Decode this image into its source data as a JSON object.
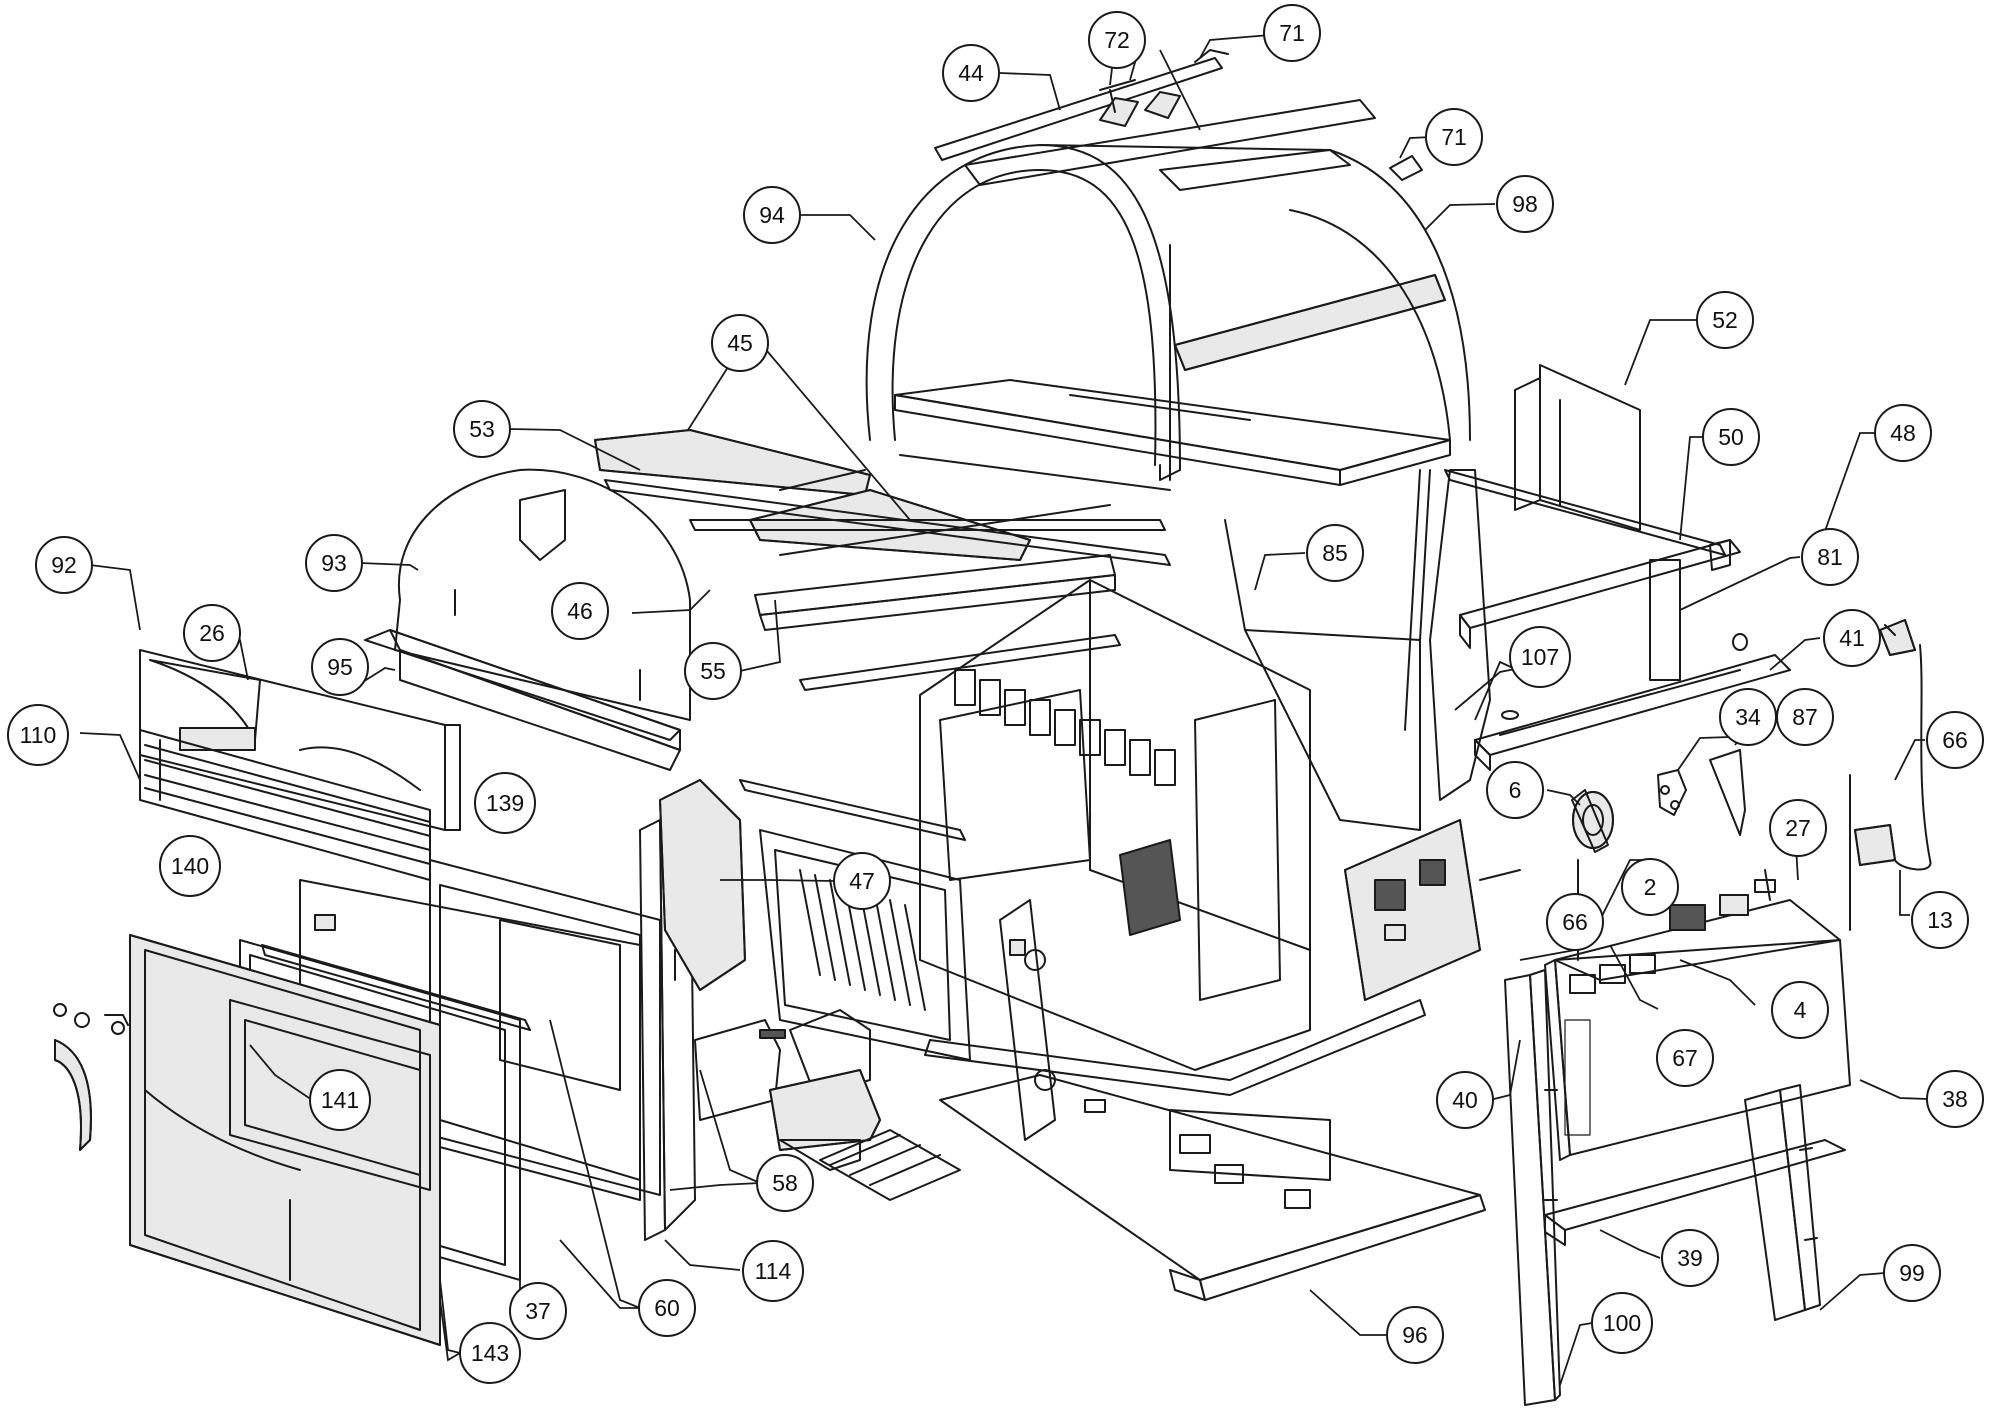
{
  "callouts": [
    {
      "label": "71"
    },
    {
      "label": "72"
    },
    {
      "label": "44"
    },
    {
      "label": "71"
    },
    {
      "label": "94"
    },
    {
      "label": "98"
    },
    {
      "label": "45"
    },
    {
      "label": "52"
    },
    {
      "label": "53"
    },
    {
      "label": "50"
    },
    {
      "label": "48"
    },
    {
      "label": "92"
    },
    {
      "label": "93"
    },
    {
      "label": "85"
    },
    {
      "label": "81"
    },
    {
      "label": "26"
    },
    {
      "label": "46"
    },
    {
      "label": "107"
    },
    {
      "label": "41"
    },
    {
      "label": "95"
    },
    {
      "label": "55"
    },
    {
      "label": "110"
    },
    {
      "label": "34"
    },
    {
      "label": "87"
    },
    {
      "label": "66"
    },
    {
      "label": "139"
    },
    {
      "label": "6"
    },
    {
      "label": "47"
    },
    {
      "label": "27"
    },
    {
      "label": "140"
    },
    {
      "label": "2"
    },
    {
      "label": "66"
    },
    {
      "label": "13"
    },
    {
      "label": "4"
    },
    {
      "label": "67"
    },
    {
      "label": "141"
    },
    {
      "label": "40"
    },
    {
      "label": "38"
    },
    {
      "label": "58"
    },
    {
      "label": "39"
    },
    {
      "label": "114"
    },
    {
      "label": "99"
    },
    {
      "label": "37"
    },
    {
      "label": "60"
    },
    {
      "label": "143"
    },
    {
      "label": "96"
    },
    {
      "label": "100"
    }
  ]
}
